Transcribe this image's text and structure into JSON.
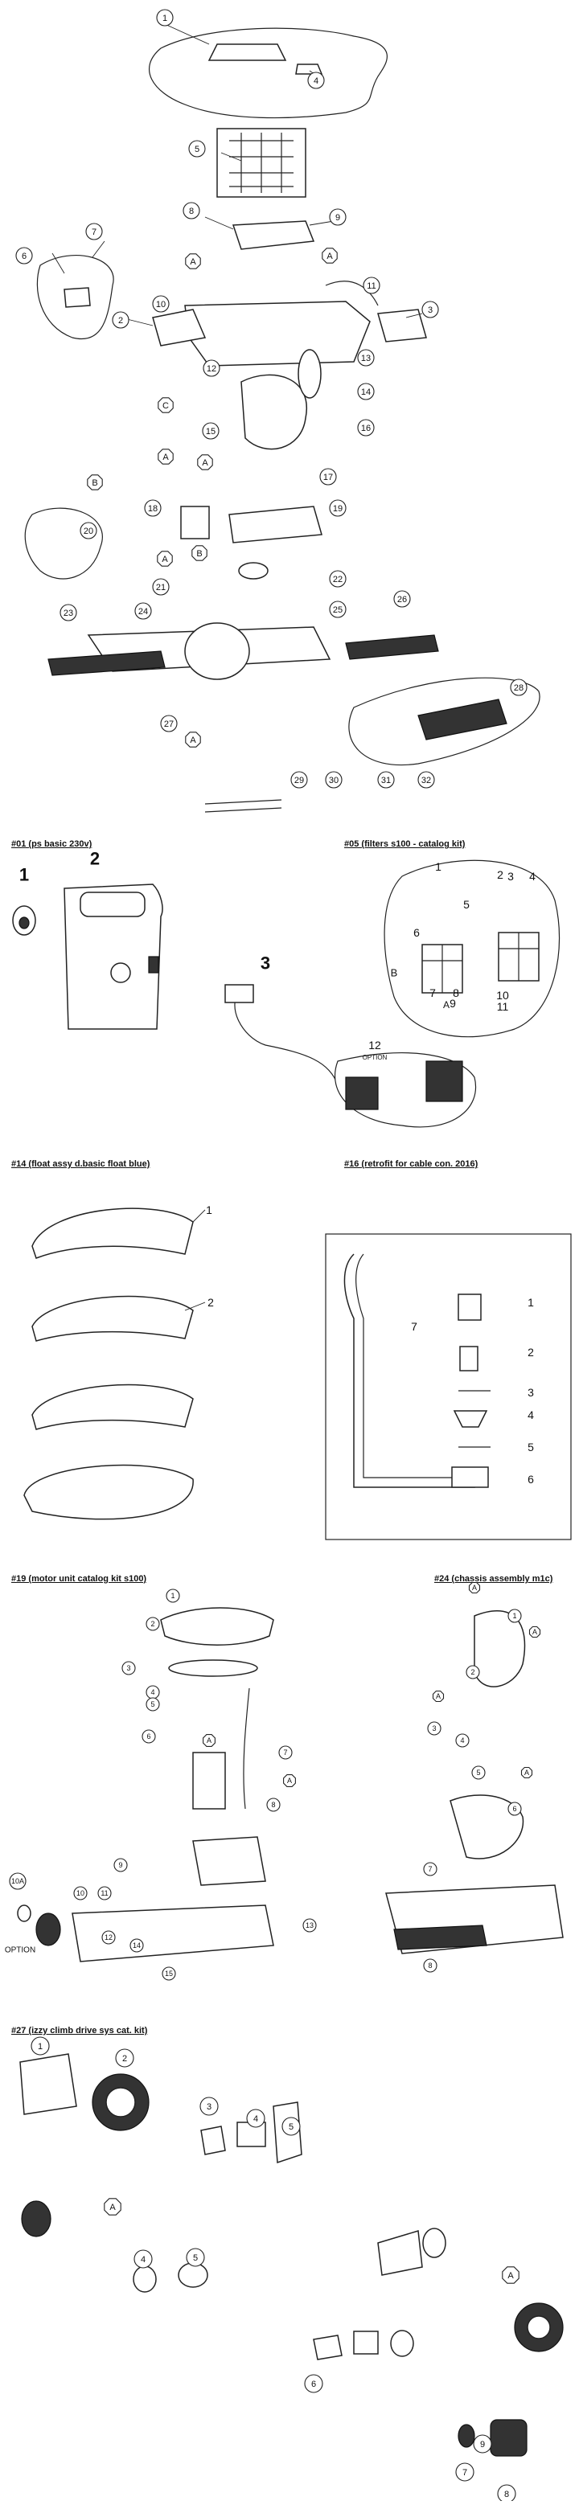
{
  "main_diagram": {
    "part_numbers": [
      "1",
      "2",
      "3",
      "4",
      "5",
      "6",
      "7",
      "8",
      "9",
      "10",
      "11",
      "12",
      "13",
      "14",
      "15",
      "16",
      "17",
      "18",
      "19",
      "20",
      "21",
      "22",
      "23",
      "24",
      "25",
      "26",
      "27",
      "28",
      "29",
      "30",
      "31",
      "32"
    ],
    "letters": [
      "A",
      "A",
      "A",
      "A",
      "A",
      "A",
      "B",
      "B",
      "C"
    ]
  },
  "sections": [
    {
      "caption": "#01  (ps basic 230v)",
      "numbers": [
        "1",
        "2",
        "3"
      ]
    },
    {
      "caption": "#05  (filters s100 - catalog kit)",
      "numbers": [
        "1",
        "2",
        "3",
        "4",
        "5",
        "6",
        "7",
        "8",
        "9",
        "10",
        "11",
        "12"
      ],
      "letters": [
        "A",
        "B"
      ],
      "option": "OPTION"
    },
    {
      "caption": "#14  (float assy d.basic float blue)",
      "numbers": [
        "1",
        "2"
      ]
    },
    {
      "caption": "#16  (retrofit for cable con. 2016)",
      "numbers": [
        "1",
        "2",
        "3",
        "4",
        "5",
        "6",
        "7"
      ]
    },
    {
      "caption": "#19  (motor unit catalog kit s100)",
      "numbers": [
        "1",
        "2",
        "3",
        "4",
        "5",
        "6",
        "7",
        "8",
        "9",
        "10",
        "11",
        "12",
        "13",
        "14",
        "15"
      ],
      "extra": [
        "10A"
      ],
      "letters": [
        "A",
        "A"
      ],
      "option": "OPTION"
    },
    {
      "caption": "#24  (chassis assembly m1c)",
      "numbers": [
        "1",
        "2",
        "3",
        "4",
        "5",
        "6",
        "7",
        "8"
      ],
      "letters": [
        "A",
        "A",
        "A",
        "A"
      ]
    },
    {
      "caption": "#27  (izzy climb drive sys cat. kit)",
      "numbers": [
        "1",
        "2",
        "3",
        "4",
        "4",
        "5",
        "5",
        "6",
        "7",
        "8",
        "9"
      ],
      "letters": [
        "A",
        "A"
      ]
    }
  ]
}
